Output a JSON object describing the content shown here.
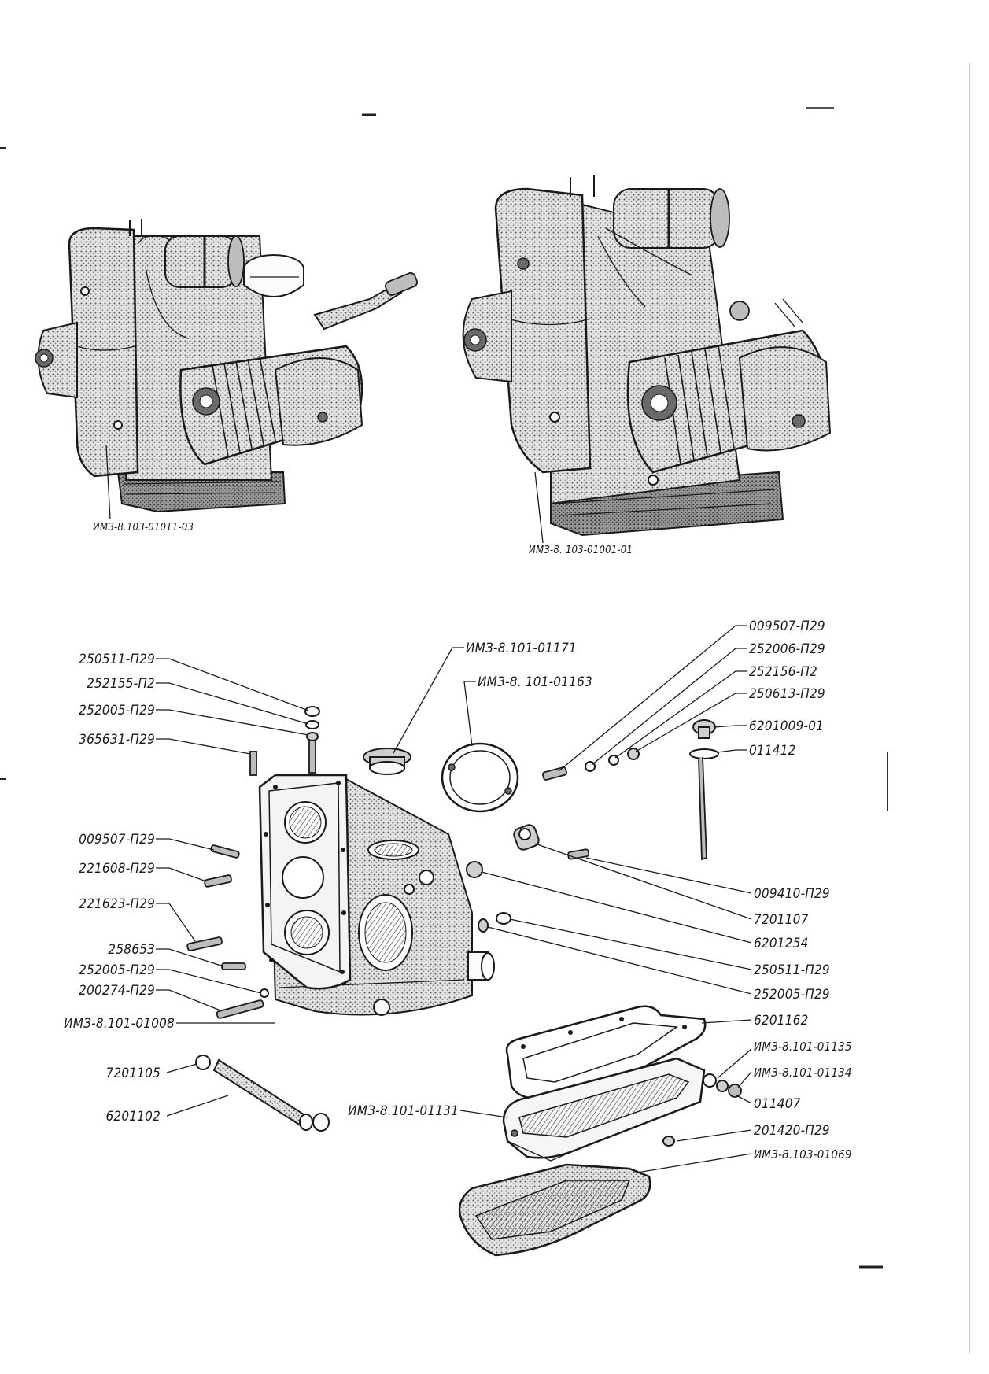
{
  "figure": {
    "captions": {
      "engine_left": "ИМЗ-8.103-01011-03",
      "engine_right": "ИМЗ-8. 103-01001-01"
    },
    "labels_left": [
      "250511-П29",
      "252155-П2",
      "252005-П29",
      "365631-П29",
      "009507-П29",
      "221608-П29",
      "221623-П29",
      "258653",
      "252005-П29",
      "200274-П29",
      "ИМЗ-8.101-01008",
      "7201105",
      "6201102"
    ],
    "labels_top": [
      "ИМЗ-8.101-01171",
      "ИМЗ-8. 101-01163"
    ],
    "labels_right": [
      "009507-П29",
      "252006-П29",
      "252156-П2",
      "250613-П29",
      "6201009-01",
      "011412",
      "009410-П29",
      "7201107",
      "6201254",
      "250511-П29",
      "252005-П29",
      "6201162",
      "ИМЗ-8.101-01135",
      "ИМЗ-8.101-01134",
      "011407",
      "201420-П29",
      "ИМЗ-8.103-01069"
    ],
    "label_bottom_mid": "ИМЗ-8.101-01131"
  }
}
